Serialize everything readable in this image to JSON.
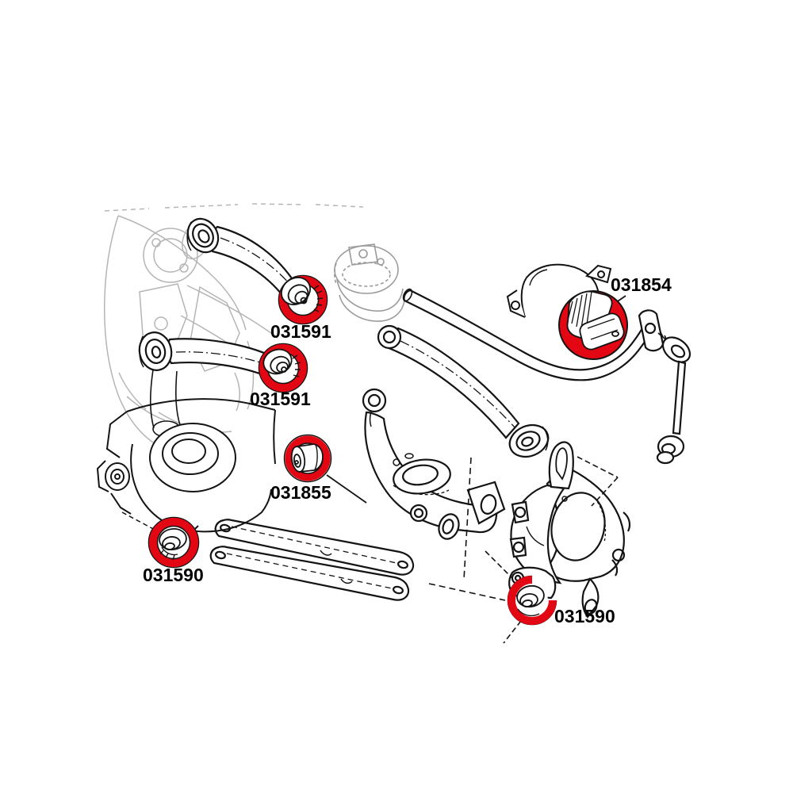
{
  "diagram": {
    "type": "exploded-parts-diagram",
    "subject": "Rear axle suspension line drawing with highlighted bushing positions",
    "highlight_color": "#e30613",
    "line_color": "#141414",
    "background_line_color": "#b5b5b5",
    "labels": [
      {
        "part_number": "031591",
        "highlight": "red-ring",
        "area": "upper front camber arm outer bushing"
      },
      {
        "part_number": "031591",
        "highlight": "red-ring",
        "area": "upper rear camber arm outer bushing"
      },
      {
        "part_number": "031854",
        "highlight": "red-disc",
        "area": "stabilizer bar mount bushing"
      },
      {
        "part_number": "031855",
        "highlight": "red-ring",
        "area": "lower control arm front bushing"
      },
      {
        "part_number": "031590",
        "highlight": "red-ring",
        "area": "differential / subframe mount bushing"
      },
      {
        "part_number": "031590",
        "highlight": "red-open-ring",
        "area": "wheel knuckle trailing arm bushing"
      }
    ]
  }
}
